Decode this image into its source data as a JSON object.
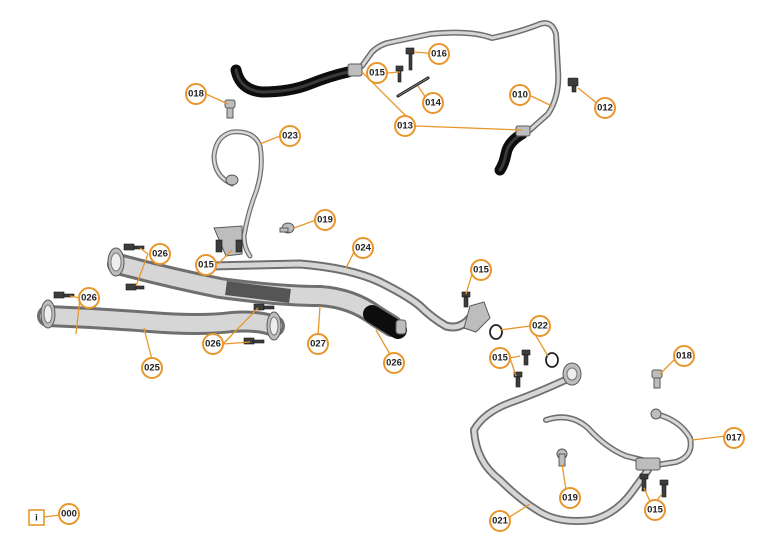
{
  "callouts": {
    "c000": "000",
    "c010": "010",
    "c012": "012",
    "c013": "013",
    "c014": "014",
    "c015a": "015",
    "c015b": "015",
    "c015c": "015",
    "c015d": "015",
    "c015e": "015",
    "c016": "016",
    "c017": "017",
    "c018a": "018",
    "c018b": "018",
    "c019a": "019",
    "c019b": "019",
    "c021": "021",
    "c022": "022",
    "c023": "023",
    "c024": "024",
    "c025": "025",
    "c026a": "026",
    "c026b": "026",
    "c026c": "026",
    "c026d": "026",
    "c027": "027"
  },
  "info_icon": {
    "glyph": "i",
    "icon": "info-icon"
  },
  "colors": {
    "callout_accent": "#e8962b",
    "hose": "#0d0d0d",
    "pipe": "#c8c8c8"
  }
}
